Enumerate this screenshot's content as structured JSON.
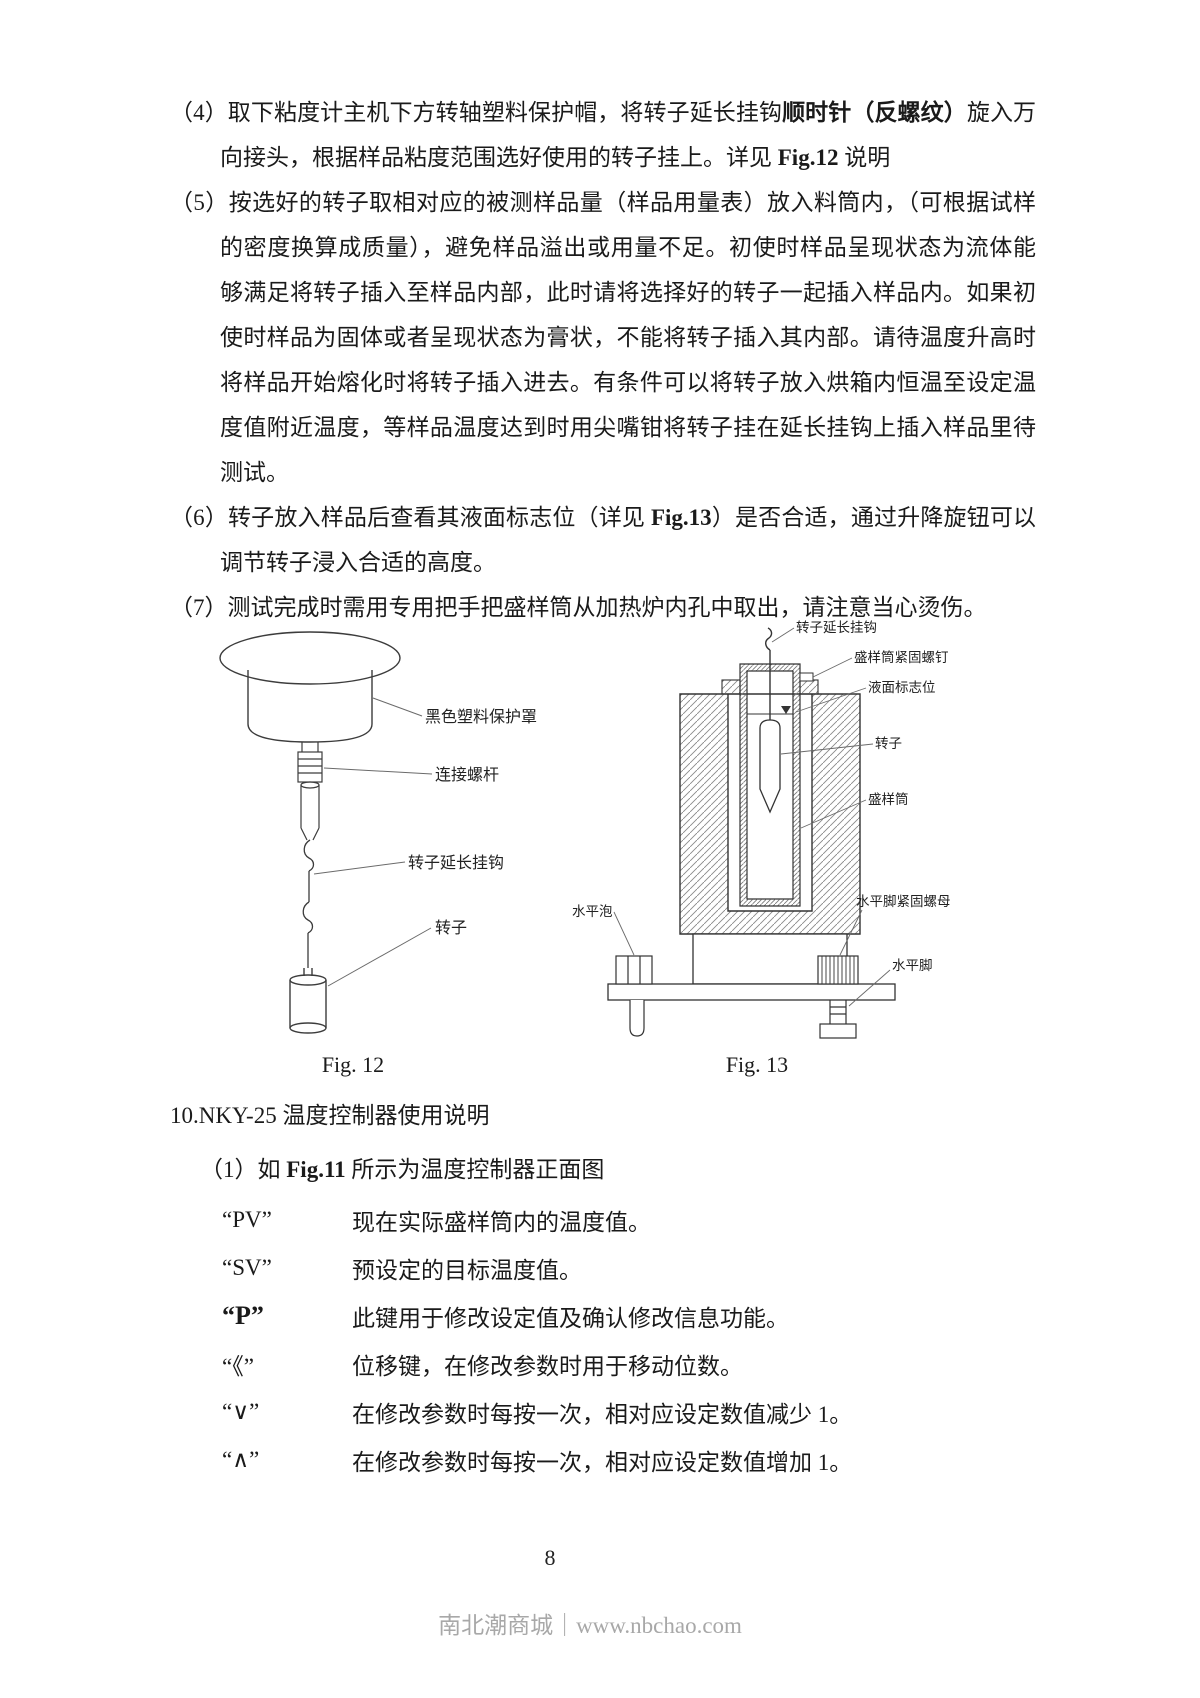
{
  "doc": {
    "items": [
      {
        "num": "（4）",
        "segments": [
          {
            "t": "取下粘度计主机下方转轴塑料保护帽，将转子延长挂钩",
            "b": false
          },
          {
            "t": "顺时针（反螺纹）",
            "b": true
          },
          {
            "t": "旋入万向接头，根据样品粘度范围选好使用的转子挂上。详见 ",
            "b": false
          },
          {
            "t": "Fig.12",
            "b": true
          },
          {
            "t": " 说明",
            "b": false
          }
        ]
      },
      {
        "num": "（5）",
        "segments": [
          {
            "t": "按选好的转子取相对应的被测样品量（样品用量表）放入料筒内，（可根据试样的密度换算成质量），避免样品溢出或用量不足。初使时样品呈现状态为流体能够满足将转子插入至样品内部，此时请将选择好的转子一起插入样品内。如果初使时样品为固体或者呈现状态为膏状，不能将转子插入其内部。请待温度升高时将样品开始熔化时将转子插入进去。有条件可以将转子放入烘箱内恒温至设定温度值附近温度，等样品温度达到时用尖嘴钳将转子挂在延长挂钩上插入样品里待测试。",
            "b": false
          }
        ]
      },
      {
        "num": "（6）",
        "segments": [
          {
            "t": "转子放入样品后查看其液面标志位（详见 ",
            "b": false
          },
          {
            "t": "Fig.13",
            "b": true
          },
          {
            "t": "）是否合适，通过升降旋钮可以调节转子浸入合适的高度。",
            "b": false
          }
        ]
      },
      {
        "num": "（7）",
        "segments": [
          {
            "t": "测试完成时需用专用把手把盛样筒从加热炉内孔中取出，请注意当心烫伤。",
            "b": false
          }
        ]
      }
    ]
  },
  "figures": {
    "fig12": {
      "caption": "Fig. 12",
      "labels": {
        "cap": "黑色塑料保护罩",
        "screw": "连接螺杆",
        "hook": "转子延长挂钩",
        "spindle": "转子"
      }
    },
    "fig13": {
      "caption": "Fig. 13",
      "labels": {
        "hook": "转子延长挂钩",
        "screw": "盛样筒紧固螺钉",
        "level_mark": "液面标志位",
        "spindle": "转子",
        "cylinder": "盛样筒",
        "foot_nut": "水平脚紧固螺母",
        "bubble": "水平泡",
        "foot": "水平脚"
      }
    }
  },
  "section": {
    "heading": "10.NKY-25 温度控制器使用说明",
    "item1": {
      "num": "（1）",
      "segments": [
        {
          "t": "如 ",
          "b": false
        },
        {
          "t": "Fig.11",
          "b": true
        },
        {
          "t": " 所示为温度控制器正面图",
          "b": false
        }
      ]
    },
    "keys": [
      {
        "key": "“PV”",
        "desc": "现在实际盛样筒内的温度值。"
      },
      {
        "key": "“SV”",
        "desc": "预设定的目标温度值。"
      },
      {
        "key": "“P”",
        "desc": "此键用于修改设定值及确认修改信息功能。"
      },
      {
        "key": "“《”",
        "desc": "位移键，在修改参数时用于移动位数。"
      },
      {
        "key": "“∨”",
        "desc": "在修改参数时每按一次，相对应设定数值减少 1。"
      },
      {
        "key": "“∧”",
        "desc": "在修改参数时每按一次，相对应设定数值增加 1。"
      }
    ]
  },
  "footer": {
    "page_number": "8",
    "site": "南北潮商城｜www.nbchao.com"
  }
}
